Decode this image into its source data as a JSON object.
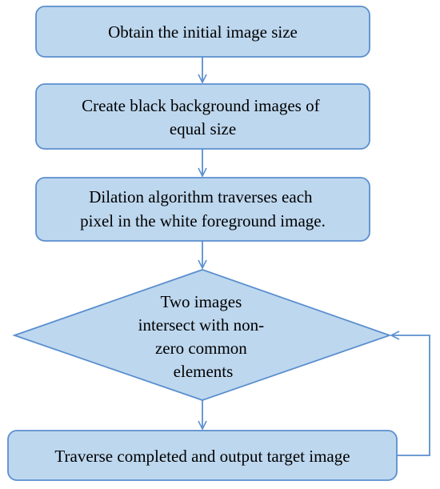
{
  "colors": {
    "box_fill": "#bdd7ee",
    "box_stroke": "#5b8fcf",
    "arrow": "#5b8fcf",
    "text": "#000000"
  },
  "steps": [
    {
      "lines": [
        "Obtain the initial  image size"
      ]
    },
    {
      "lines": [
        "Create black background images of",
        "equal size"
      ]
    },
    {
      "lines": [
        "Dilation algorithm traverses each",
        "pixel in the white foreground image."
      ]
    }
  ],
  "decision": {
    "lines": [
      "Two images",
      "intersect with non-",
      "zero common",
      "elements"
    ]
  },
  "final_step": {
    "lines": [
      "Traverse  completed and output target image"
    ]
  }
}
